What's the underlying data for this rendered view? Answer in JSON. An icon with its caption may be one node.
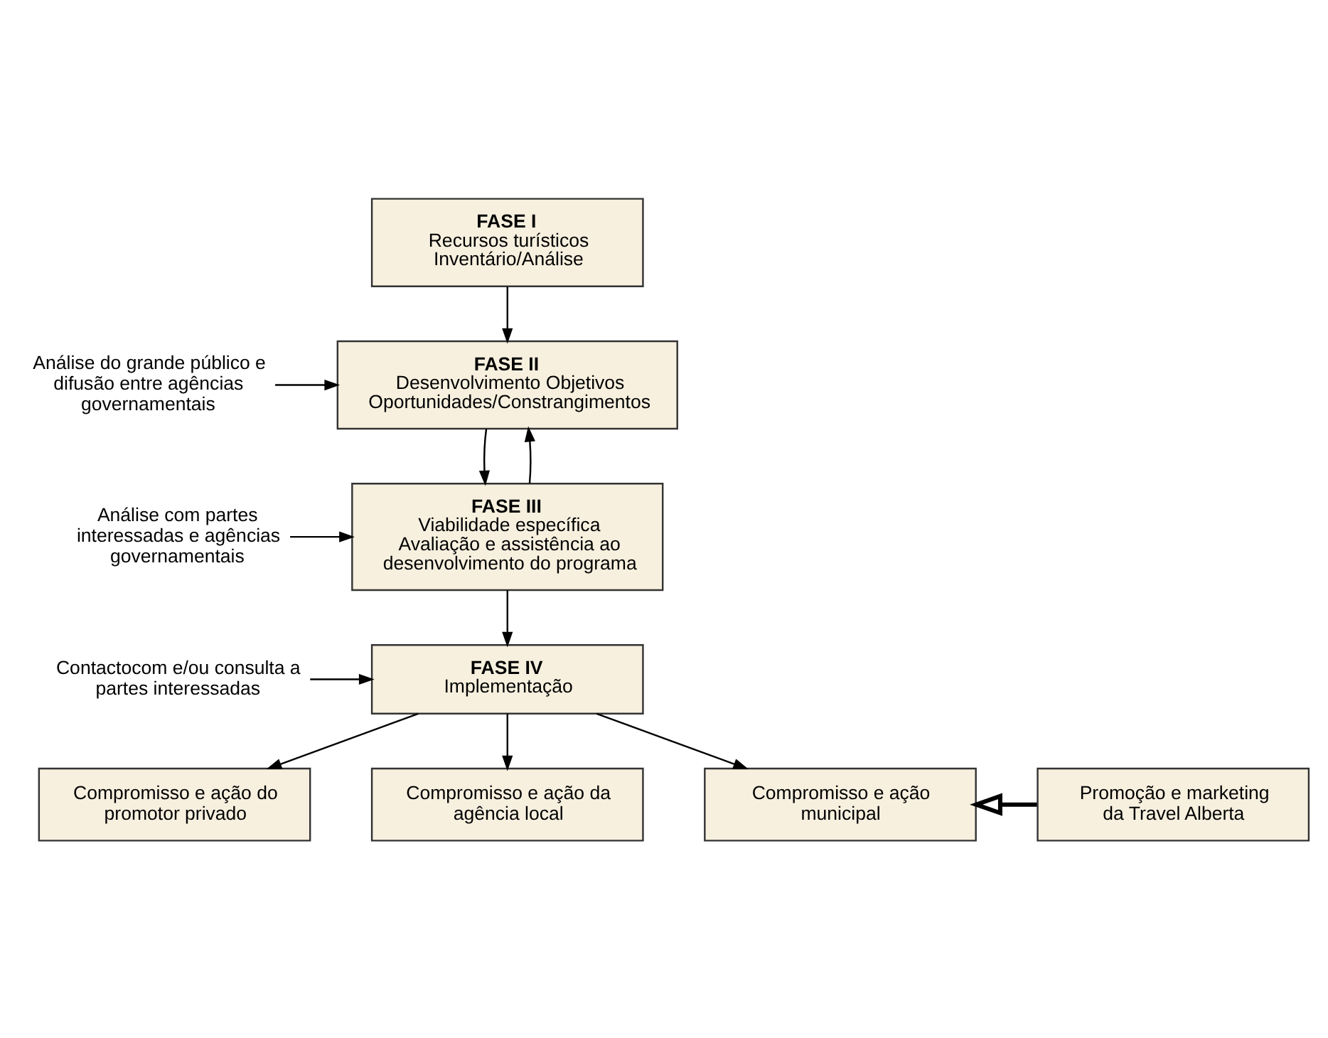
{
  "diagram": {
    "nodes": [
      {
        "text": [
          "FASE I",
          "Recursos turísticos Inventário/Análise"
        ]
      },
      {
        "text": [
          "Análise do grande público e difusão entre agências governamentais"
        ]
      },
      {
        "text": [
          "FASE II",
          "Desenvolvimento Objetivos Oportunidades/Constrangimentos"
        ]
      },
      {
        "text": [
          "Análise com partes interessadas e agências governamentais"
        ]
      },
      {
        "text": [
          "FASE III",
          "Viabilidade específica Avaliação e assistência ao desenvolvimento do programa"
        ]
      },
      {
        "text": [
          "Contactocom e/ou consulta a partes interessadas"
        ]
      },
      {
        "text": [
          "FASE IV",
          "Implementação"
        ]
      },
      {
        "text": [
          "Compromisso e ação do promotor privado"
        ]
      },
      {
        "text": [
          "Compromisso e ação da agência local"
        ]
      },
      {
        "text": [
          "Compromisso e ação municipal"
        ]
      },
      {
        "text": [
          "Promoção e marketing da Travel Alberta"
        ]
      }
    ],
    "edges": [
      {
        "from": 0,
        "to": 2,
        "arrow": "to"
      },
      {
        "from": 1,
        "to": 2,
        "arrow": "to"
      },
      {
        "from": 2,
        "to": 4,
        "arrow": "to"
      },
      {
        "from": 3,
        "to": 4,
        "arrow": "to"
      },
      {
        "from": 4,
        "to": 2,
        "arrow": "to"
      },
      {
        "from": 4,
        "to": 6,
        "arrow": "to"
      },
      {
        "from": 5,
        "to": 6,
        "arrow": "to"
      },
      {
        "from": 6,
        "to": 7,
        "arrow": "to"
      },
      {
        "from": 6,
        "to": 8,
        "arrow": "to"
      },
      {
        "from": 6,
        "to": 9,
        "arrow": "to"
      },
      {
        "from": 10,
        "to": 9,
        "arrow": "to",
        "style": "thick"
      }
    ]
  }
}
